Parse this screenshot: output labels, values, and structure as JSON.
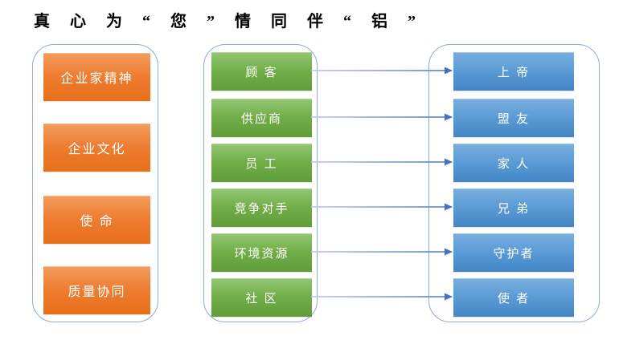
{
  "title": {
    "text": "真 心  为  “ 您 ”  情 同 伴 “ 铝 ”"
  },
  "palette": {
    "title_text": "#000000",
    "box_text": "#ffffff",
    "orange_top": "#f49c5d",
    "orange_main": "#ed7d31",
    "orange_bottom": "#e7701a",
    "green_top": "#94c775",
    "green_main": "#70ad47",
    "green_bottom": "#619e3b",
    "blue_top": "#79afdf",
    "blue_main": "#5b9bd5",
    "blue_bottom": "#4385c6",
    "container_border": "#8faadc",
    "arrow_line_start": "#b4c7e7",
    "arrow_line_end": "#4472c4",
    "arrow_head": "#4472c4"
  },
  "values_column": {
    "items": [
      "企业家精神",
      "企业文化",
      "使 命",
      "质量协同"
    ]
  },
  "stakeholders_column": {
    "items": [
      "顾 客",
      "供应商",
      "员 工",
      "竞争对手",
      "环境资源",
      "社 区"
    ]
  },
  "roles_column": {
    "items": [
      "上 帝",
      "盟 友",
      "家 人",
      "兄 弟",
      "守护者",
      "使 者"
    ]
  },
  "connections": [
    {
      "from": "顾 客",
      "to": "上 帝"
    },
    {
      "from": "供应商",
      "to": "盟 友"
    },
    {
      "from": "员 工",
      "to": "家 人"
    },
    {
      "from": "竞争对手",
      "to": "兄 弟"
    },
    {
      "from": "环境资源",
      "to": "守护者"
    },
    {
      "from": "社 区",
      "to": "使 者"
    }
  ]
}
